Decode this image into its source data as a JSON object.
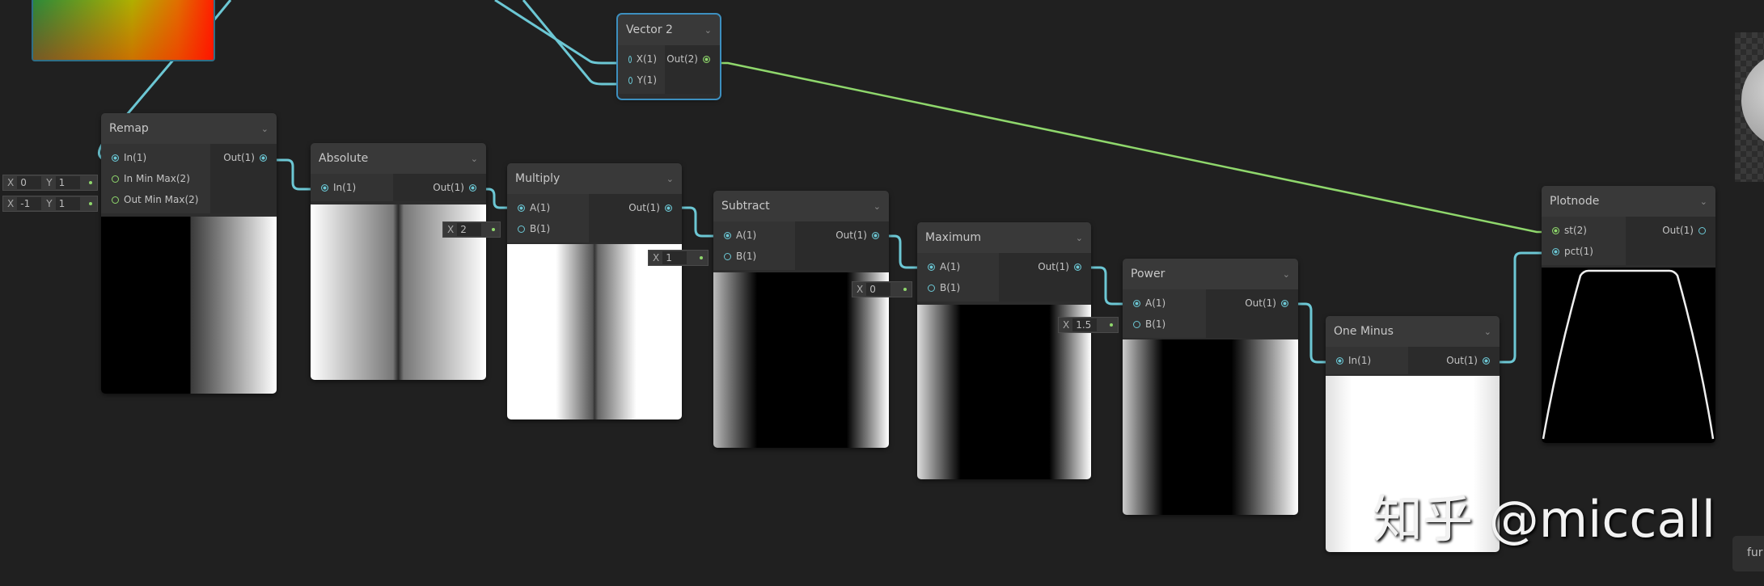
{
  "colors": {
    "wire_float": "#6cc7d4",
    "wire_vector2": "#8fd76c",
    "background": "#202020",
    "node": "#2d2d2d",
    "selection": "#3d8fbf"
  },
  "nodes": [
    {
      "title": "Remap",
      "inputs": [
        {
          "label": "In(1)",
          "connected": true
        },
        {
          "label": "In Min Max(2)",
          "connected": false,
          "green": true
        },
        {
          "label": "Out Min Max(2)",
          "connected": false,
          "green": true
        }
      ],
      "outputs": [
        {
          "label": "Out(1)",
          "connected": true
        }
      ],
      "fields": [
        {
          "parts": [
            {
              "axis": "X",
              "value": "0"
            },
            {
              "axis": "Y",
              "value": "1"
            }
          ]
        },
        {
          "parts": [
            {
              "axis": "X",
              "value": "-1"
            },
            {
              "axis": "Y",
              "value": "1"
            }
          ]
        }
      ]
    },
    {
      "title": "Absolute",
      "inputs": [
        {
          "label": "In(1)",
          "connected": true
        }
      ],
      "outputs": [
        {
          "label": "Out(1)",
          "connected": true
        }
      ],
      "fields": []
    },
    {
      "title": "Multiply",
      "inputs": [
        {
          "label": "A(1)",
          "connected": true
        },
        {
          "label": "B(1)",
          "connected": false
        }
      ],
      "outputs": [
        {
          "label": "Out(1)",
          "connected": true
        }
      ],
      "fields": [
        {
          "parts": [
            {
              "axis": "X",
              "value": "2"
            }
          ]
        }
      ]
    },
    {
      "title": "Subtract",
      "inputs": [
        {
          "label": "A(1)",
          "connected": true
        },
        {
          "label": "B(1)",
          "connected": false
        }
      ],
      "outputs": [
        {
          "label": "Out(1)",
          "connected": true
        }
      ],
      "fields": [
        {
          "parts": [
            {
              "axis": "X",
              "value": "1"
            }
          ]
        }
      ]
    },
    {
      "title": "Maximum",
      "inputs": [
        {
          "label": "A(1)",
          "connected": true
        },
        {
          "label": "B(1)",
          "connected": false
        }
      ],
      "outputs": [
        {
          "label": "Out(1)",
          "connected": true
        }
      ],
      "fields": [
        {
          "parts": [
            {
              "axis": "X",
              "value": "0"
            }
          ]
        }
      ]
    },
    {
      "title": "Power",
      "inputs": [
        {
          "label": "A(1)",
          "connected": true
        },
        {
          "label": "B(1)",
          "connected": false
        }
      ],
      "outputs": [
        {
          "label": "Out(1)",
          "connected": true
        }
      ],
      "fields": [
        {
          "parts": [
            {
              "axis": "X",
              "value": "1.5"
            }
          ]
        }
      ]
    },
    {
      "title": "One Minus",
      "inputs": [
        {
          "label": "In(1)",
          "connected": true
        }
      ],
      "outputs": [
        {
          "label": "Out(1)",
          "connected": true
        }
      ],
      "fields": []
    },
    {
      "title": "Vector 2",
      "selected": true,
      "inputs": [
        {
          "label": "X(1)",
          "connected": true
        },
        {
          "label": "Y(1)",
          "connected": true
        }
      ],
      "outputs": [
        {
          "label": "Out(2)",
          "connected": true,
          "green": true
        }
      ],
      "fields": []
    },
    {
      "title": "Plotnode",
      "inputs": [
        {
          "label": "st(2)",
          "connected": true,
          "green": true
        },
        {
          "label": "pct(1)",
          "connected": true
        }
      ],
      "outputs": [
        {
          "label": "Out(1)",
          "connected": false
        }
      ],
      "fields": []
    }
  ],
  "watermark": "知乎 @miccall",
  "side_tab": "fur"
}
